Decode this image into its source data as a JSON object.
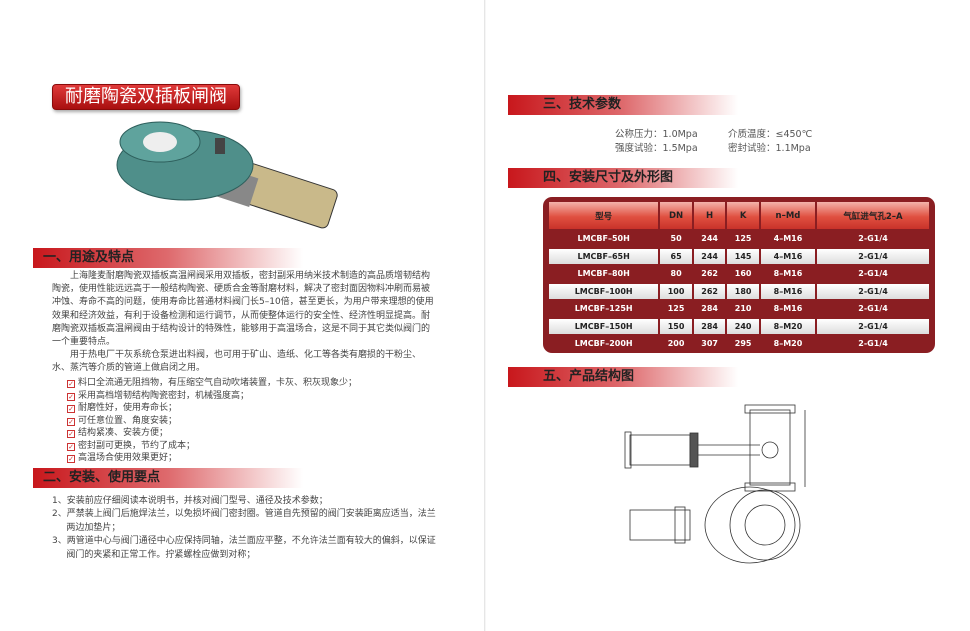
{
  "title": "耐磨陶瓷双插板闸阀",
  "sections": {
    "s1": {
      "heading": "一、用途及特点",
      "paragraphs": [
        "上海隆麦耐磨陶瓷双插板高温闸阀采用双插板，密封副采用纳米技术制造的高品质增韧结构陶瓷，使用性能远远高于一般结构陶瓷、硬质合金等耐磨材料，解决了密封面因物料冲刷而易被冲蚀、寿命不高的问题，使用寿命比普通材料阀门长5–10倍，甚至更长，为用户带来理想的使用效果和经济效益，有利于设备检测和运行调节，从而使整体运行的安全性、经济性明显提高。耐磨陶瓷双插板高温闸阀由于结构设计的特殊性，能够用于高温场合，这是不同于其它类似阀门的一个重要特点。",
        "用于热电厂干灰系统仓泵进出料阀，也可用于矿山、造纸、化工等各类有磨损的干粉尘、水、蒸汽等介质的管道上做启闭之用。"
      ],
      "features": [
        "料口全流通无阻挡物，有压缩空气自动吹堵装置，卡灰、积灰现象少；",
        "采用高档增韧结构陶瓷密封，机械强度高；",
        "耐磨性好，使用寿命长；",
        "可任意位置、角度安装；",
        "结构紧凑、安装方便；",
        "密封副可更换，节约了成本；",
        "高温场合使用效果更好；"
      ]
    },
    "s2": {
      "heading": "二、安装、使用要点",
      "items": [
        "1、安装前应仔细阅读本说明书，并核对阀门型号、通径及技术参数；",
        "2、严禁装上阀门后施焊法兰，以免损坏阀门密封圈。管道自先预留的阀门安装距离应适当，法兰两边加垫片；",
        "3、两管道中心与阀门通径中心应保持同轴，法兰面应平整，不允许法兰面有较大的偏斜，以保证阀门的夹紧和正常工作。拧紧螺栓应做到对称；"
      ]
    },
    "s3": {
      "heading": "三、技术参数",
      "params": [
        "公称压力：1.0Mpa",
        "介质温度：≤450℃",
        "强度试验：1.5Mpa",
        "密封试验：1.1Mpa"
      ]
    },
    "s4": {
      "heading": "四、安装尺寸及外形图",
      "table": {
        "headers": [
          "型号",
          "DN",
          "H",
          "K",
          "n–Md",
          "气缸进气孔2–A"
        ],
        "rows": [
          [
            "LMCBF–50H",
            "50",
            "244",
            "125",
            "4–M16",
            "2-G1/4"
          ],
          [
            "LMCBF–65H",
            "65",
            "244",
            "145",
            "4–M16",
            "2-G1/4"
          ],
          [
            "LMCBF–80H",
            "80",
            "262",
            "160",
            "8–M16",
            "2-G1/4"
          ],
          [
            "LMCBF–100H",
            "100",
            "262",
            "180",
            "8–M16",
            "2-G1/4"
          ],
          [
            "LMCBF–125H",
            "125",
            "284",
            "210",
            "8–M16",
            "2-G1/4"
          ],
          [
            "LMCBF–150H",
            "150",
            "284",
            "240",
            "8–M20",
            "2-G1/4"
          ],
          [
            "LMCBF–200H",
            "200",
            "307",
            "295",
            "8–M20",
            "2-G1/4"
          ]
        ]
      }
    },
    "s5": {
      "heading": "五、产品结构图"
    }
  },
  "colors": {
    "accent": "#c8171c",
    "table_bg": "#8a1e22"
  }
}
